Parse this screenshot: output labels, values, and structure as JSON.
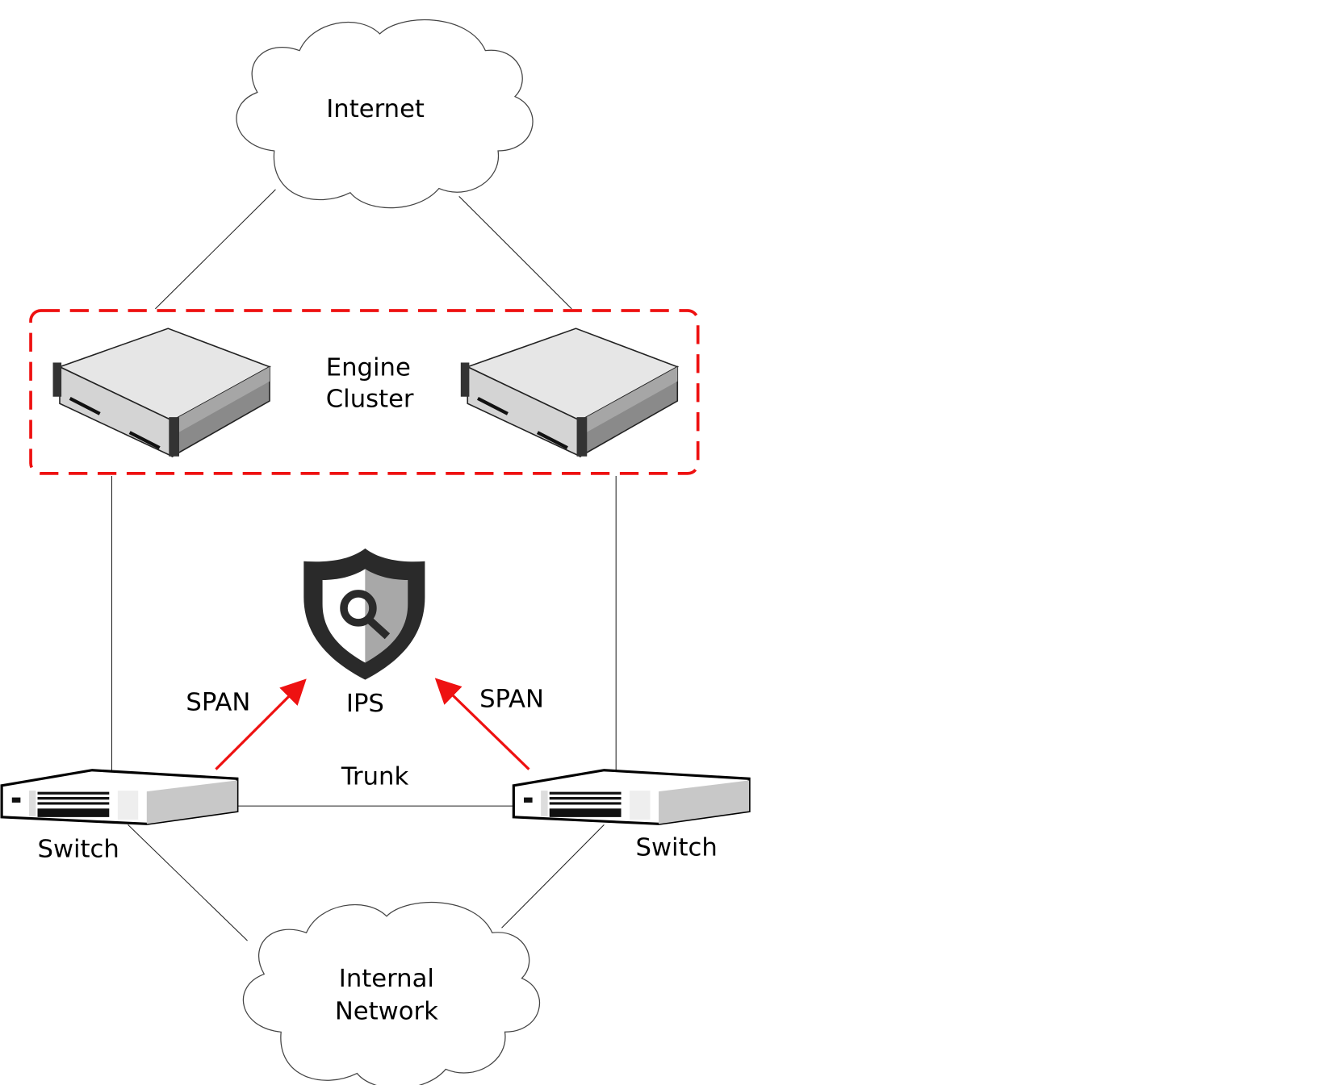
{
  "nodes": {
    "internet": {
      "label": "Internet",
      "icon": "cloud-icon"
    },
    "engine_cluster": {
      "label_line1": "Engine",
      "label_line2": "Cluster",
      "icon": "server-icon",
      "border_color": "#ee1111"
    },
    "ips": {
      "label": "IPS",
      "icon": "shield-search-icon"
    },
    "switch_left": {
      "label": "Switch",
      "icon": "switch-icon"
    },
    "switch_right": {
      "label": "Switch",
      "icon": "switch-icon"
    },
    "internal_network": {
      "label_line1": "Internal",
      "label_line2": "Network",
      "icon": "cloud-icon"
    }
  },
  "edges": {
    "span_left": {
      "label": "SPAN",
      "color": "#ee1111"
    },
    "span_right": {
      "label": "SPAN",
      "color": "#ee1111"
    },
    "trunk": {
      "label": "Trunk"
    }
  }
}
